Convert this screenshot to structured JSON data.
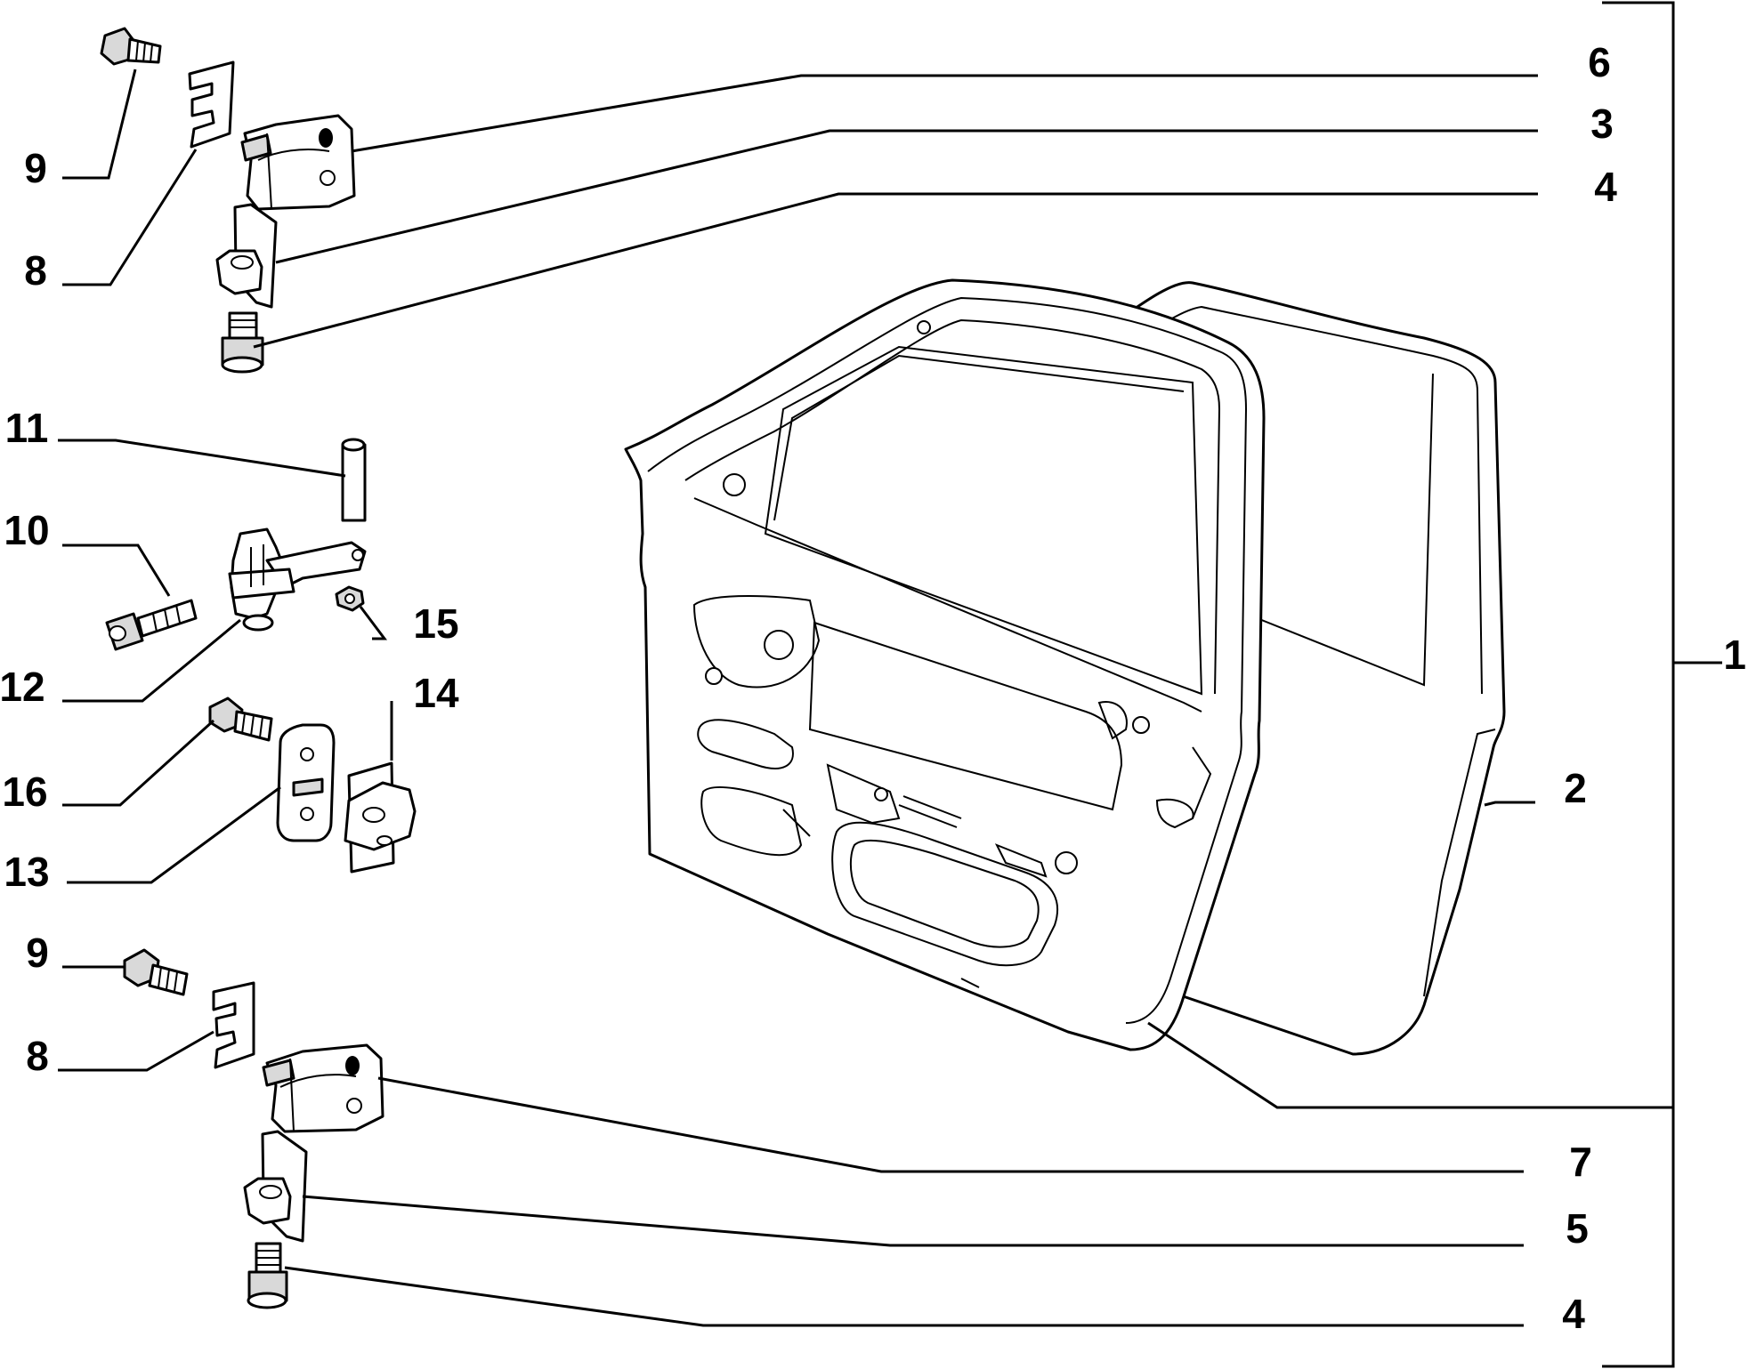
{
  "callouts": {
    "c1": "1",
    "c2": "2",
    "c3": "3",
    "c4_top": "4",
    "c4_bottom": "4",
    "c5": "5",
    "c6": "6",
    "c7": "7",
    "c8_top": "8",
    "c8_bottom": "8",
    "c9_top": "9",
    "c9_bottom": "9",
    "c10": "10",
    "c11": "11",
    "c12": "12",
    "c13": "13",
    "c14": "14",
    "c15": "15",
    "c16": "16"
  }
}
